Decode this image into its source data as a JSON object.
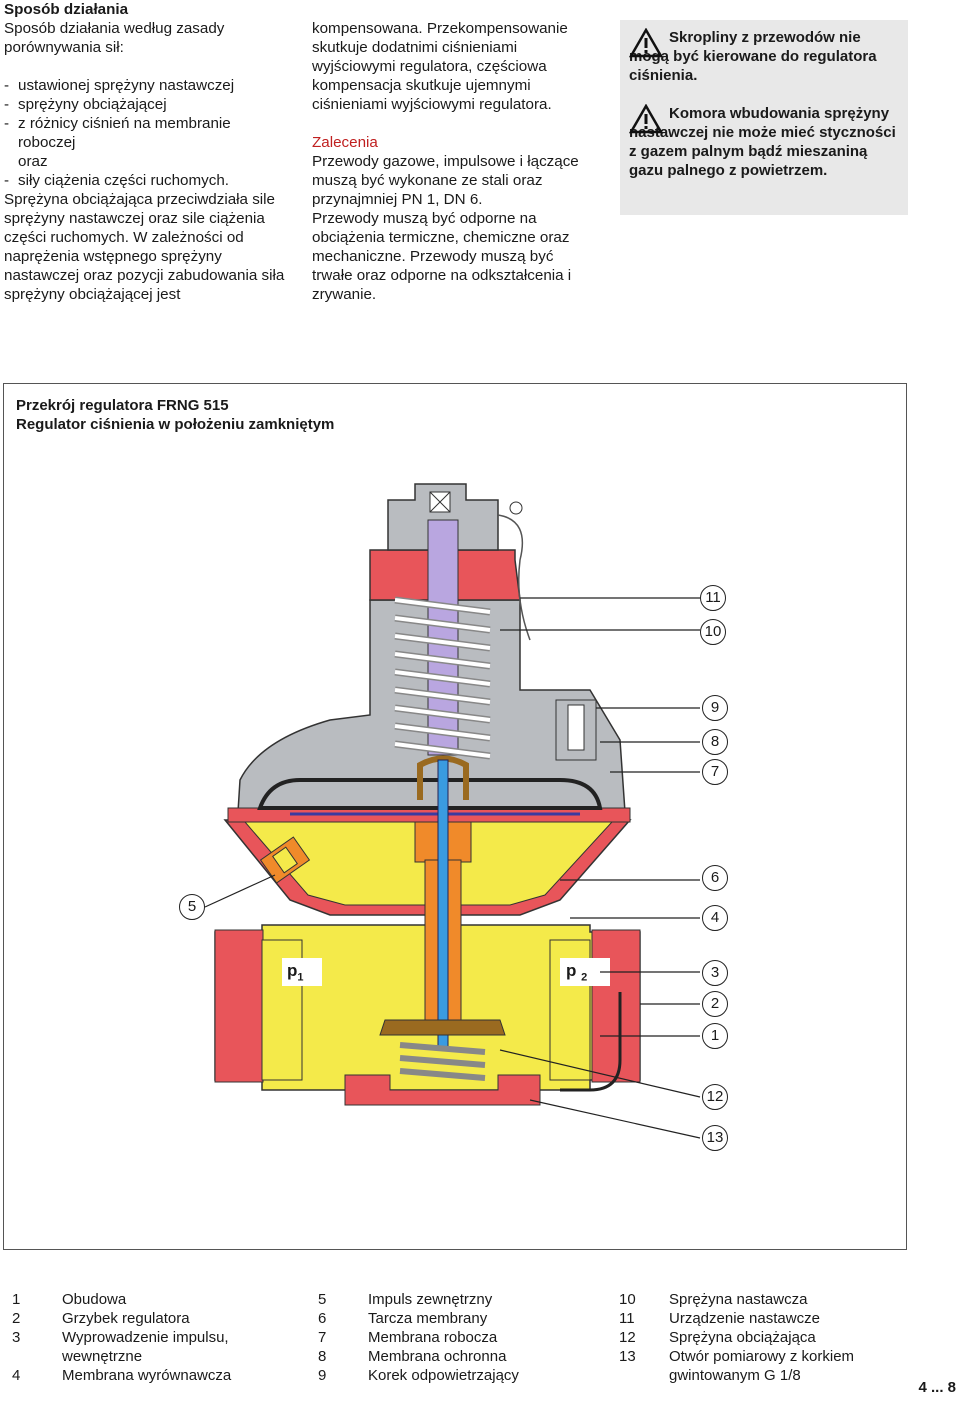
{
  "col1": {
    "heading": "Sposób działania",
    "intro": "Sposób działania według zasady porównywania sił:",
    "items": [
      "ustawionej sprężyny nastawczej",
      "sprężyny obciążającej",
      "z różnicy ciśnień na membranie roboczej"
    ],
    "oraz": "oraz",
    "last_item": "siły ciążenia części ruchomych.",
    "para": "Sprężyna obciążająca przeciwdziała sile sprężyny nastawczej oraz sile ciążenia części ruchomych. W zależności od naprężenia wstępnego sprężyny nastawczej oraz pozycji zabudowania siła sprężyny obciążającej jest"
  },
  "col2": {
    "para1": "kompensowana. Przekompensowanie skutkuje dodatnimi ciśnieniami wyjściowymi regulatora, częściowa kompensacja skutkuje ujemnymi ciśnieniami wyjściowymi regulatora.",
    "heading": "Zalecenia",
    "para2": "Przewody gazowe, impulsowe i łączące muszą być wykonane ze stali oraz przynajmniej PN 1, DN 6.",
    "para3": "Przewody muszą być odporne na obciążenia termiczne, chemiczne oraz mechaniczne. Przewody muszą być trwałe oraz odporne na odkształcenia i zrywanie."
  },
  "warnings": [
    "Skropliny z przewodów nie mogą być kierowane do regulatora ciśnienia.",
    "Komora wbudowania sprężyny nastawczej nie może mieć styczności z gazem palnym bądź mieszaniną gazu palnego z powietrzem."
  ],
  "figure": {
    "title1": "Przekrój regulatora FRNG 515",
    "title2": "Regulator ciśnienia w położeniu zamkniętym",
    "p1": "p",
    "p1sub": "1",
    "p2": "p",
    "p2sub": "2",
    "callouts": [
      "11",
      "10",
      "9",
      "8",
      "7",
      "6",
      "4",
      "3",
      "2",
      "1",
      "12",
      "13",
      "5"
    ]
  },
  "legend": [
    [
      {
        "n": "1",
        "t": "Obudowa"
      },
      {
        "n": "2",
        "t": "Grzybek regulatora"
      },
      {
        "n": "3",
        "t": "Wyprowadzenie impulsu, wewnętrzne"
      },
      {
        "n": "4",
        "t": "Membrana wyrównawcza"
      }
    ],
    [
      {
        "n": "5",
        "t": "Impuls zewnętrzny"
      },
      {
        "n": "6",
        "t": "Tarcza membrany"
      },
      {
        "n": "7",
        "t": "Membrana robocza"
      },
      {
        "n": "8",
        "t": "Membrana ochronna"
      },
      {
        "n": "9",
        "t": "Korek odpowietrzający"
      }
    ],
    [
      {
        "n": "10",
        "t": "Sprężyna nastawcza"
      },
      {
        "n": "11",
        "t": "Urządzenie nastawcze"
      },
      {
        "n": "12",
        "t": "Sprężyna obciążająca"
      },
      {
        "n": "13",
        "t": "Otwór pomiarowy z korkiem gwintowanym G 1/8"
      }
    ]
  ],
  "page": "4 ... 8",
  "colors": {
    "yellow": "#f4ea4a",
    "red": "#e8555a",
    "grey": "#b9bcc0",
    "purple": "#b9a6e0",
    "blue": "#3a9be0",
    "orange": "#f08a2a",
    "brown": "#9a6a20"
  }
}
